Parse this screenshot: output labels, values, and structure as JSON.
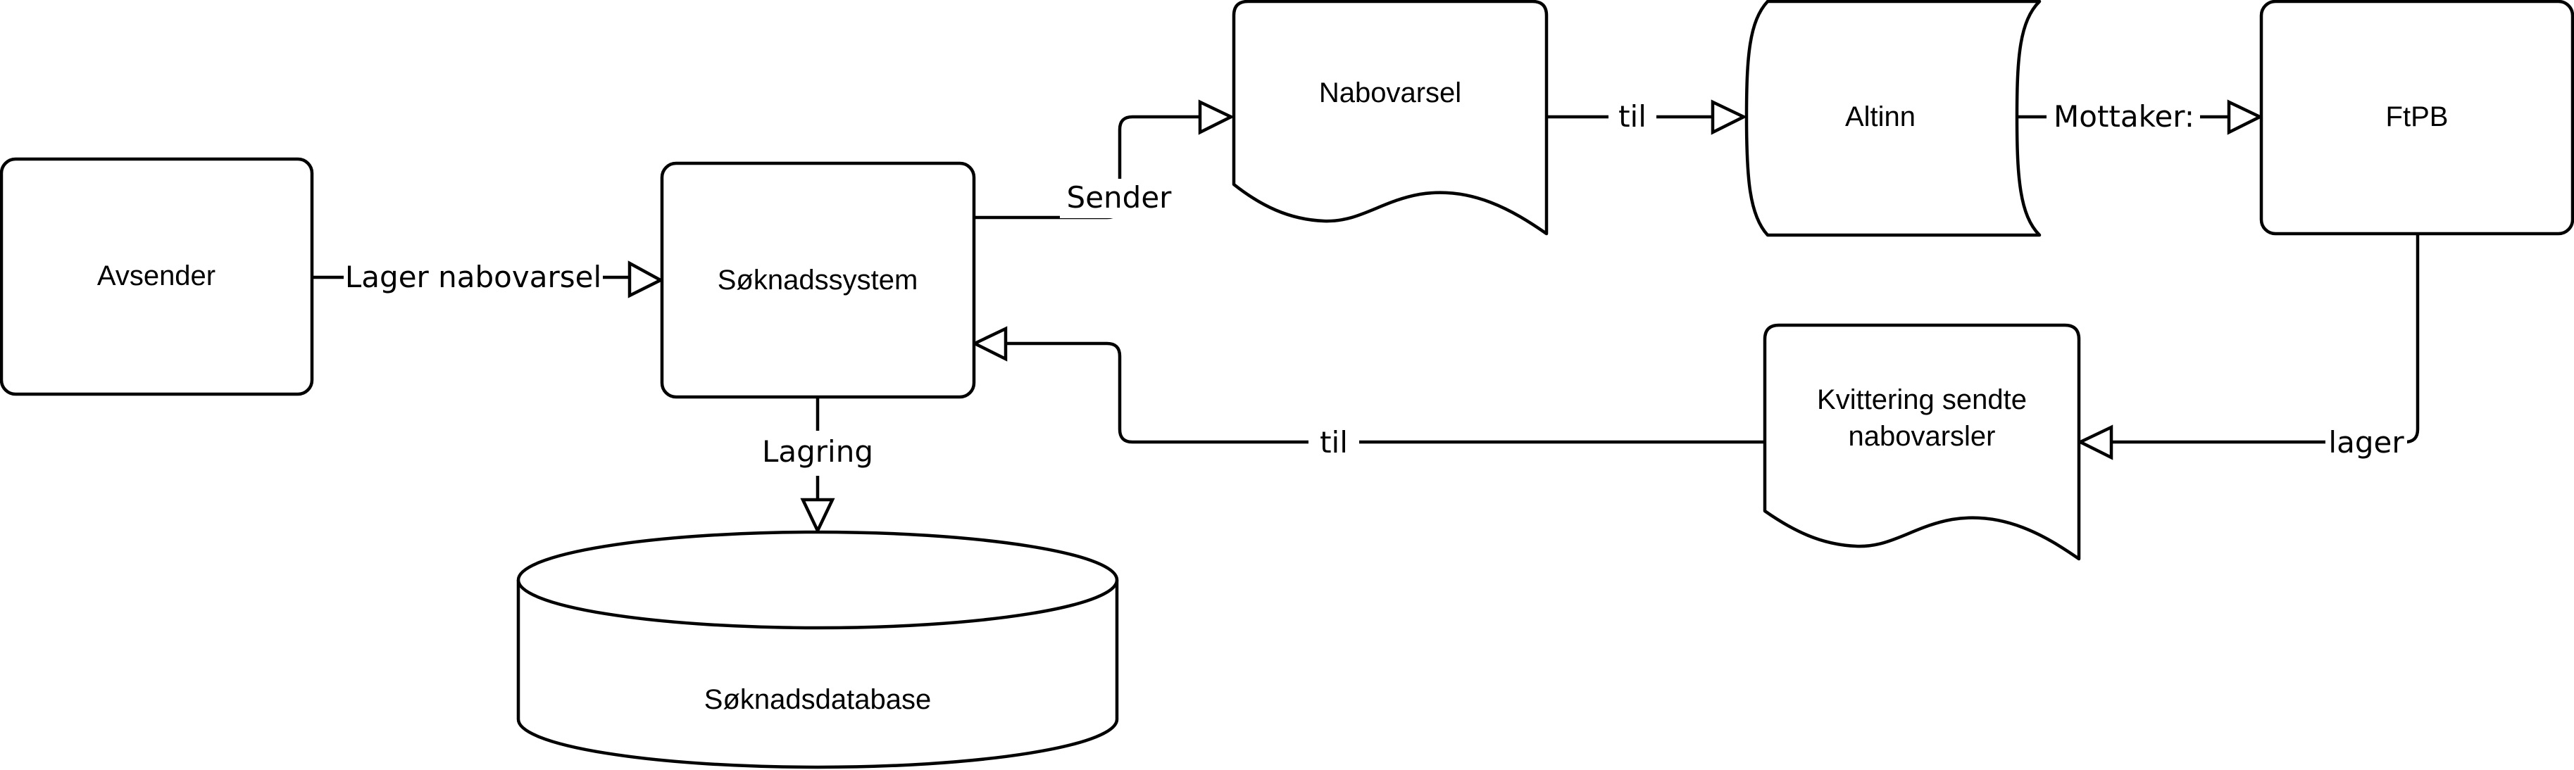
{
  "nodes": {
    "avsender": "Avsender",
    "soknadssystem": "Søknadssystem",
    "nabovarsel": "Nabovarsel",
    "altinn": "Altinn",
    "ftpb": "FtPB",
    "kvittering_line1": "Kvittering sendte",
    "kvittering_line2": "nabovarsler",
    "soknadsdatabase": "Søknadsdatabase"
  },
  "edges": {
    "avsender_to_soknadssystem": "Lager nabovarsel",
    "soknadssystem_to_nabovarsel": "Sender",
    "nabovarsel_to_altinn": "til",
    "altinn_to_ftpb": "Mottaker:",
    "ftpb_to_kvittering": "lager",
    "kvittering_to_soknadssystem": "til",
    "soknadssystem_to_database": "Lagring"
  },
  "colors": {
    "stroke": "#000000",
    "fill": "#ffffff"
  }
}
